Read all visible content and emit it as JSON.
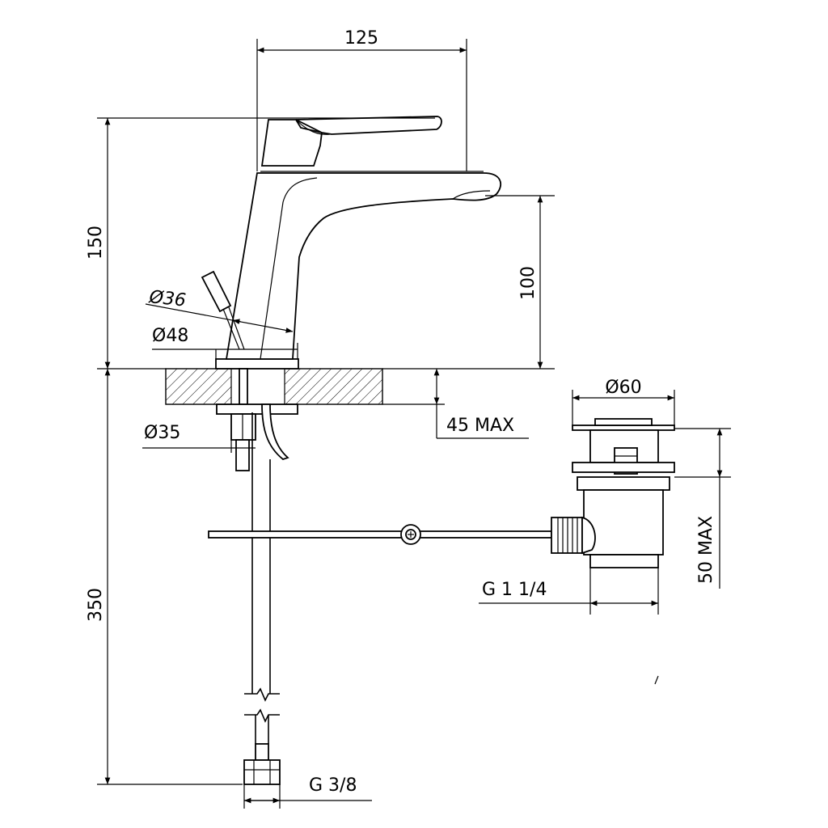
{
  "labels": {
    "width_125": "125",
    "height_150": "150",
    "height_100": "100",
    "dia_36": "Ø36",
    "dia_48": "Ø48",
    "dia_35": "Ø35",
    "max_45": "45 MAX",
    "dia_60": "Ø60",
    "max_50": "50 MAX",
    "height_350": "350",
    "thread_g114": "G 1 1/4",
    "thread_g38": "G 3/8"
  }
}
